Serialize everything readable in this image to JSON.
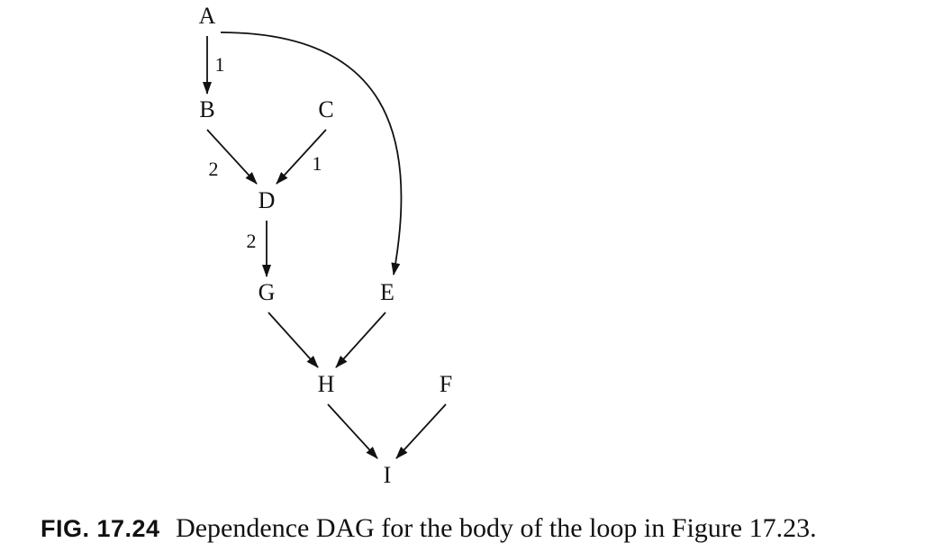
{
  "figure": {
    "label": "FIG. 17.24",
    "caption": "Dependence DAG for the body of the loop in Figure 17.23."
  },
  "nodes": [
    {
      "id": "A",
      "label": "A"
    },
    {
      "id": "B",
      "label": "B"
    },
    {
      "id": "C",
      "label": "C"
    },
    {
      "id": "D",
      "label": "D"
    },
    {
      "id": "E",
      "label": "E"
    },
    {
      "id": "F",
      "label": "F"
    },
    {
      "id": "G",
      "label": "G"
    },
    {
      "id": "H",
      "label": "H"
    },
    {
      "id": "I",
      "label": "I"
    }
  ],
  "edges": [
    {
      "from": "A",
      "to": "B",
      "weight": "1"
    },
    {
      "from": "A",
      "to": "E",
      "weight": ""
    },
    {
      "from": "B",
      "to": "D",
      "weight": "2"
    },
    {
      "from": "C",
      "to": "D",
      "weight": "1"
    },
    {
      "from": "D",
      "to": "G",
      "weight": "2"
    },
    {
      "from": "G",
      "to": "H",
      "weight": ""
    },
    {
      "from": "E",
      "to": "H",
      "weight": ""
    },
    {
      "from": "H",
      "to": "I",
      "weight": ""
    },
    {
      "from": "F",
      "to": "I",
      "weight": ""
    }
  ]
}
